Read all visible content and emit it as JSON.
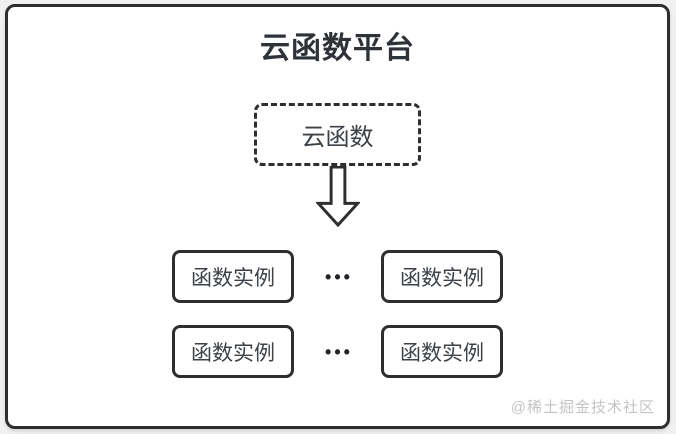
{
  "diagram": {
    "title": "云函数平台",
    "cloud_function": {
      "label": "云函数"
    },
    "ellipsis": "•••",
    "instance_rows": [
      [
        "函数实例",
        "函数实例"
      ],
      [
        "函数实例",
        "函数实例"
      ]
    ],
    "watermark": "@稀土掘金技术社区"
  },
  "icons": {
    "down_arrow": "hollow-down-arrow"
  },
  "colors": {
    "frame_border": "#2e2e2e",
    "box_border": "#2e2e2e",
    "title_text": "#2f3338",
    "label_text": "#3d4247",
    "background": "#ffffff",
    "outer_background": "#f0f0f0",
    "watermark_text": "#c4c4c4"
  }
}
